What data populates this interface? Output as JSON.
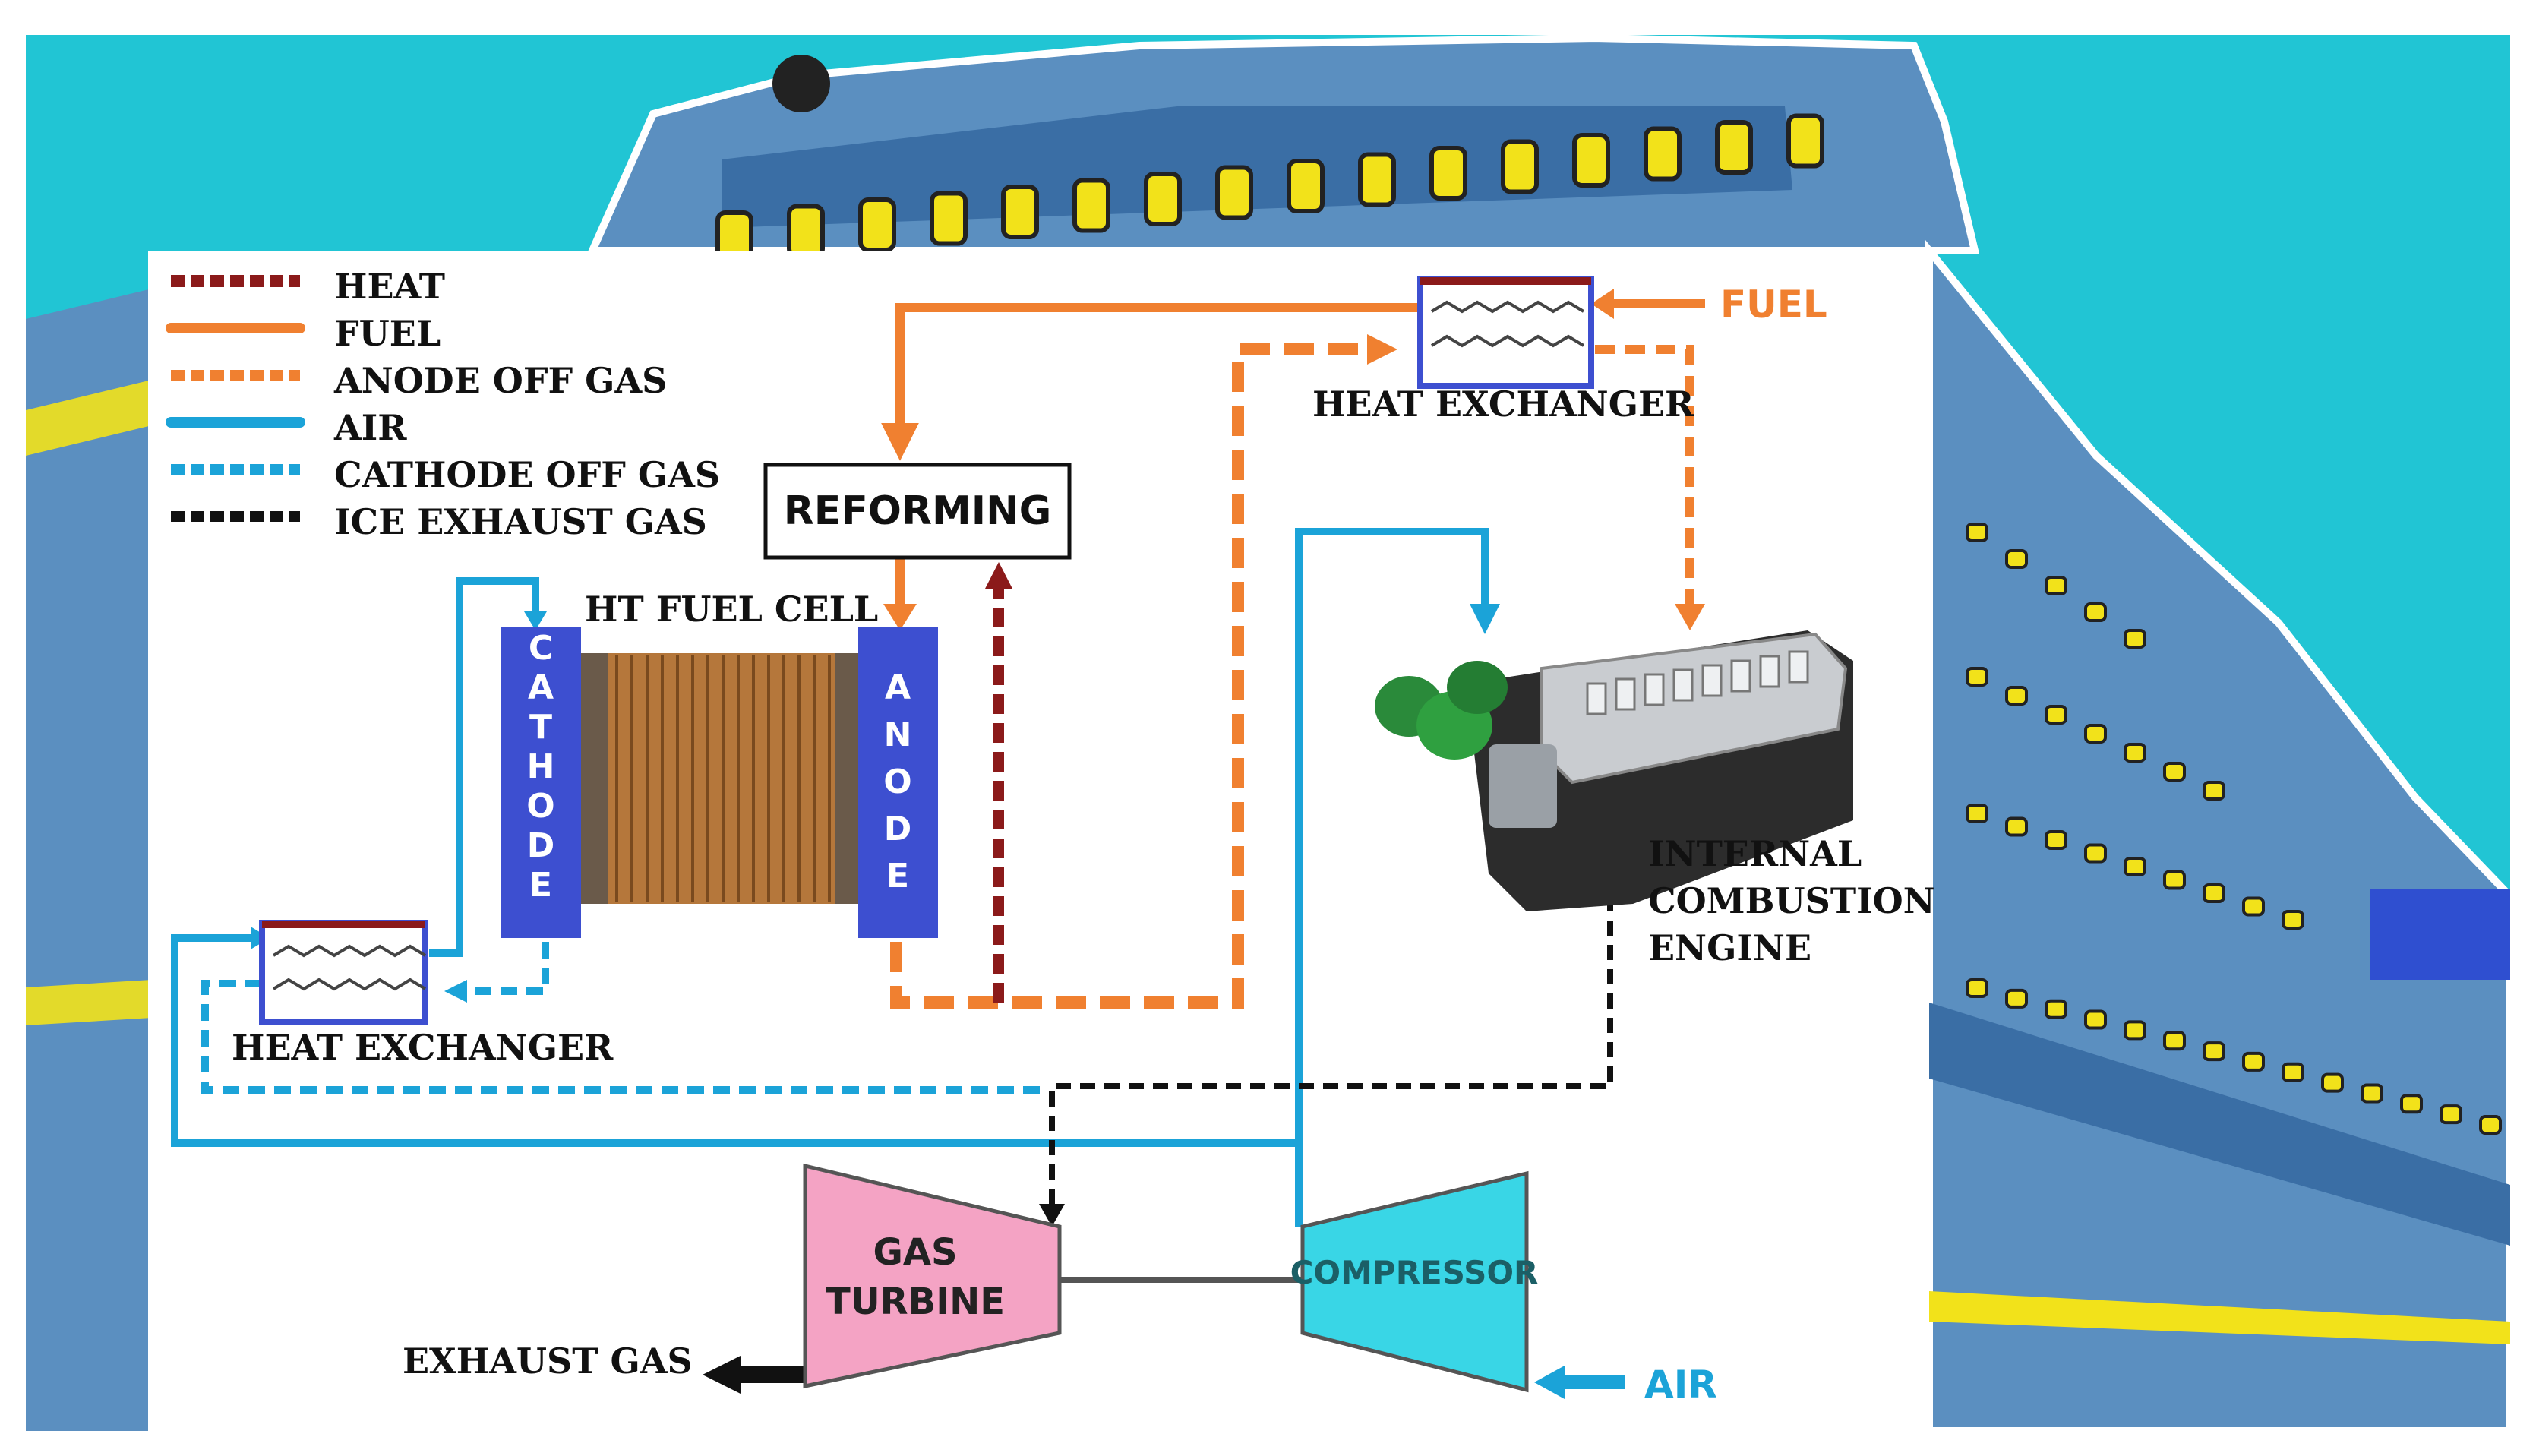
{
  "legend": {
    "items": [
      {
        "key": "heat",
        "label": "HEAT",
        "color": "#8b1a1a",
        "style": "dashed-thick"
      },
      {
        "key": "fuel",
        "label": "FUEL",
        "color": "#f08030",
        "style": "solid"
      },
      {
        "key": "anode_off_gas",
        "label": "ANODE OFF GAS",
        "color": "#f08030",
        "style": "dashed"
      },
      {
        "key": "air",
        "label": "AIR",
        "color": "#1ba3d8",
        "style": "solid"
      },
      {
        "key": "cathode_off_gas",
        "label": "CATHODE OFF GAS",
        "color": "#1ba3d8",
        "style": "dashed"
      },
      {
        "key": "ice_exhaust_gas",
        "label": "ICE EXHAUST GAS",
        "color": "#111111",
        "style": "dashed"
      }
    ]
  },
  "labels": {
    "reforming": "REFORMING",
    "ht_fuel_cell": "HT FUEL CELL",
    "cathode": "CATHODE",
    "anode": "ANODE",
    "heat_exchanger_top": "HEAT EXCHANGER",
    "heat_exchanger_left": "HEAT EXCHANGER",
    "ice_line1": "INTERNAL",
    "ice_line2": "COMBUSTION",
    "ice_line3": "ENGINE",
    "gas_turbine_line1": "GAS",
    "gas_turbine_line2": "TURBINE",
    "compressor": "COMPRESSOR",
    "exhaust_gas": "EXHAUST GAS",
    "fuel_in": "FUEL",
    "air_in": "AIR"
  },
  "colors": {
    "sea": "#21c5d4",
    "hull": "#5b8fc0",
    "hull_dark": "#3a6ea5",
    "window": "#f2e21a",
    "fuel": "#f08030",
    "air": "#1ba3d8",
    "heat": "#8b1a1a",
    "exhaust": "#111111",
    "electrode": "#3d4fd0",
    "stack": "#b5773b",
    "turbine": "#f4a3c4",
    "compressor": "#39d6e6"
  }
}
